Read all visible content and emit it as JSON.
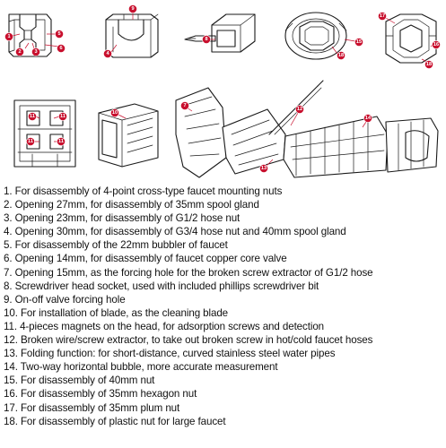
{
  "legend": [
    "1. For disassembly of 4-point cross-type faucet mounting nuts",
    "2. Opening 27mm, for disassembly of 35mm spool gland",
    "3. Opening 23mm, for disassembly of G1/2 hose nut",
    "4. Opening 30mm, for disassembly of G3/4 hose nut and 40mm spool gland",
    "5. For disassembly of the 22mm bubbler of faucet",
    "6. Opening 14mm, for disassembly of faucet copper core valve",
    "7. Opening 15mm, as the forcing hole for the broken screw extractor of G1/2 hose",
    "8. Screwdriver head socket, used with included phillips screwdriver bit",
    "9. On-off valve forcing hole",
    "10. For installation of blade, as the cleaning blade",
    "11. 4-pieces magnets on the head, for adsorption screws and detection",
    "12. Broken wire/screw extractor, to take out broken screw in hot/cold faucet hoses",
    "13. Folding function: for short-distance, curved stainless steel water pipes",
    "14. Two-way horizontal bubble, more accurate measurement",
    "15. For disassembly of 40mm nut",
    "16. For disassembly of 35mm hexagon nut",
    "17. For disassembly of 35mm plum nut",
    "18. For disassembly of plastic nut for large faucet"
  ],
  "callouts": [
    "1",
    "2",
    "3",
    "4",
    "5",
    "6",
    "7",
    "8",
    "9",
    "10",
    "11",
    "12",
    "13",
    "14",
    "15",
    "16",
    "17",
    "18"
  ],
  "accent_color": "#c8102e"
}
